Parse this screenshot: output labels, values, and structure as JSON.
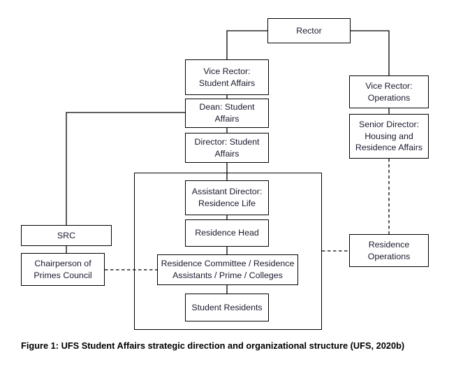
{
  "figure": {
    "caption": "Figure 1: UFS Student Affairs strategic direction and organizational structure (UFS, 2020b)",
    "line_color": "#000000",
    "text_color": "#1a1a2e",
    "background": "#ffffff"
  },
  "nodes": {
    "rector": "Rector",
    "vice_rector_student_affairs": "Vice Rector: Student Affairs",
    "dean_student_affairs": "Dean: Student Affairs",
    "director_student_affairs": "Director: Student Affairs",
    "vice_rector_operations": "Vice Rector: Operations",
    "senior_director_housing": "Senior Director: Housing and Residence Affairs",
    "assistant_director_residence_life": "Assistant Director: Residence Life",
    "residence_head": "Residence Head",
    "residence_committee": "Residence Committee / Residence Assistants / Prime / Colleges",
    "student_residents": "Student Residents",
    "src": "SRC",
    "chairperson_primes_council": "Chairperson of Primes Council",
    "residence_operations": "Residence Operations"
  },
  "chart_data": {
    "type": "diagram",
    "title": "UFS Student Affairs strategic direction and organizational structure",
    "orientation": "top-down hierarchy",
    "nodes": [
      {
        "id": "rector",
        "label": "Rector",
        "level": 0
      },
      {
        "id": "vice_rector_student_affairs",
        "label": "Vice Rector: Student Affairs",
        "level": 1,
        "branch": "student-affairs"
      },
      {
        "id": "dean_student_affairs",
        "label": "Dean: Student Affairs",
        "level": 2,
        "branch": "student-affairs"
      },
      {
        "id": "director_student_affairs",
        "label": "Director: Student Affairs",
        "level": 3,
        "branch": "student-affairs"
      },
      {
        "id": "assistant_director_residence_life",
        "label": "Assistant Director: Residence Life",
        "level": 4,
        "branch": "student-affairs",
        "group": "residence-life-group"
      },
      {
        "id": "residence_head",
        "label": "Residence Head",
        "level": 5,
        "branch": "student-affairs",
        "group": "residence-life-group"
      },
      {
        "id": "residence_committee",
        "label": "Residence Committee / Residence Assistants / Prime / Colleges",
        "level": 6,
        "branch": "student-affairs",
        "group": "residence-life-group"
      },
      {
        "id": "student_residents",
        "label": "Student Residents",
        "level": 7,
        "branch": "student-affairs",
        "group": "residence-life-group"
      },
      {
        "id": "vice_rector_operations",
        "label": "Vice Rector: Operations",
        "level": 1,
        "branch": "operations"
      },
      {
        "id": "senior_director_housing",
        "label": "Senior Director: Housing and Residence Affairs",
        "level": 2,
        "branch": "operations"
      },
      {
        "id": "residence_operations",
        "label": "Residence Operations",
        "level": 3,
        "branch": "operations"
      },
      {
        "id": "src",
        "label": "SRC",
        "level": 3,
        "branch": "student-governance"
      },
      {
        "id": "chairperson_primes_council",
        "label": "Chairperson of Primes Council",
        "level": 4,
        "branch": "student-governance"
      }
    ],
    "edges": [
      {
        "from": "rector",
        "to": "vice_rector_student_affairs",
        "style": "solid"
      },
      {
        "from": "rector",
        "to": "vice_rector_operations",
        "style": "solid"
      },
      {
        "from": "vice_rector_student_affairs",
        "to": "dean_student_affairs",
        "style": "solid"
      },
      {
        "from": "dean_student_affairs",
        "to": "director_student_affairs",
        "style": "solid"
      },
      {
        "from": "dean_student_affairs",
        "to": "src",
        "style": "solid"
      },
      {
        "from": "src",
        "to": "chairperson_primes_council",
        "style": "solid"
      },
      {
        "from": "director_student_affairs",
        "to": "assistant_director_residence_life",
        "style": "solid"
      },
      {
        "from": "assistant_director_residence_life",
        "to": "residence_head",
        "style": "solid"
      },
      {
        "from": "residence_head",
        "to": "residence_committee",
        "style": "solid"
      },
      {
        "from": "residence_committee",
        "to": "student_residents",
        "style": "solid"
      },
      {
        "from": "vice_rector_operations",
        "to": "senior_director_housing",
        "style": "solid"
      },
      {
        "from": "senior_director_housing",
        "to": "residence_operations",
        "style": "dashed"
      },
      {
        "from": "chairperson_primes_council",
        "to": "residence_committee",
        "style": "dashed"
      },
      {
        "from": "residence_life_group",
        "to": "residence_operations",
        "style": "dashed"
      }
    ],
    "groups": [
      {
        "id": "residence-life-group",
        "label": "",
        "contains": [
          "assistant_director_residence_life",
          "residence_head",
          "residence_committee",
          "student_residents"
        ]
      }
    ]
  }
}
